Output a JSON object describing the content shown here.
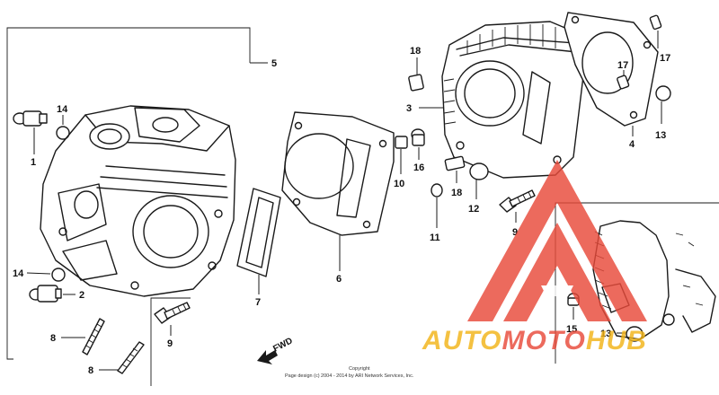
{
  "callouts": {
    "c1": "1",
    "c2": "2",
    "c3": "3",
    "c4": "4",
    "c5": "5",
    "c6": "6",
    "c7": "7",
    "c8a": "8",
    "c8b": "8",
    "c9a": "9",
    "c9b": "9",
    "c10": "10",
    "c11": "11",
    "c12": "12",
    "c13a": "13",
    "c13b": "13",
    "c14a": "14",
    "c14b": "14",
    "c15": "15",
    "c16": "16",
    "c17a": "17",
    "c17b": "17",
    "c18a": "18",
    "c18b": "18"
  },
  "fwd_label": "FWD",
  "copyright": {
    "line1": "Copyright",
    "line2": "Page design (c) 2004 - 2014 by ARI Network Services, Inc."
  },
  "watermark": {
    "text_a": "AUTO",
    "text_b": "MOTO",
    "text_c": "HUB",
    "color_main": "#f2b418",
    "color_accent": "#e84a3a",
    "logo_icon": "triangle-a-logo-icon"
  }
}
